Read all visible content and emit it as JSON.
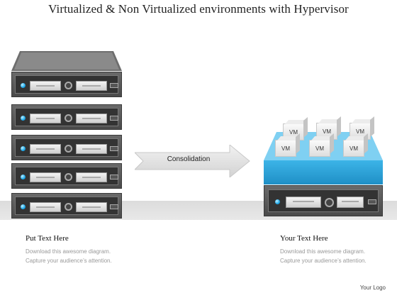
{
  "title": "Virtualized & Non Virtualized environments with Hypervisor",
  "arrow_label": "Consolidation",
  "vm_label": "VM",
  "left_caption": {
    "title": "Put Text Here",
    "line1": "Download this awesome diagram.",
    "line2": "Capture your  audience’s attention."
  },
  "right_caption": {
    "title": "Your Text Here",
    "line1": "Download this awesome diagram.",
    "line2": "Capture your  audience’s attention."
  },
  "logo": "Your Logo",
  "colors": {
    "server_body": "#4a4a4a",
    "led": "#1aa7ea",
    "hypervisor": "#2aa6dc",
    "arrow": "#e4e4e4",
    "floor": "#dcdcdc"
  }
}
